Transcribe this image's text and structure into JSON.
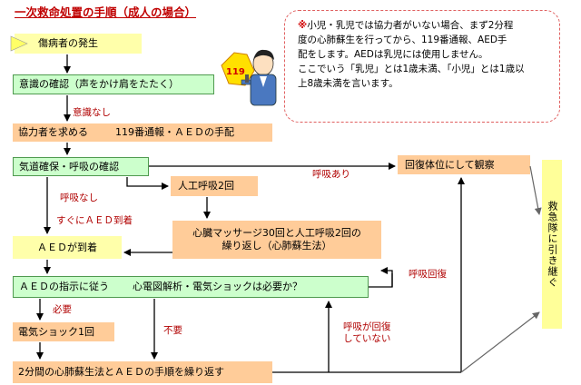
{
  "title": "一次救命処置の手順（成人の場合）",
  "note": {
    "mark": "※",
    "lines": [
      "小児・乳児では協力者がいない場合、まず2分程",
      "度の心肺蘇生を行ってから、119番通報、AED手",
      "配をします。AEDは乳児には使用しません。",
      "ここでいう「乳児」とは1歳未満、「小児」とは1歳以",
      "上8歳未満を言います。"
    ]
  },
  "boxes": {
    "start": "傷病者の発生",
    "check": "意識の確認（声をかけ肩をたたく）",
    "helper": "協力者を求める",
    "call": "119番通報・ＡＥＤの手配",
    "airway": "気道確保・呼吸の確認",
    "recovery": "回復体位にして観察",
    "rescue_breath": "人工呼吸2回",
    "cpr_line1": "心臓マッサージ30回と人工呼吸2回の",
    "cpr_line2": "繰り返し（心肺蘇生法）",
    "aed_arrive": "ＡＥＤが到着",
    "aed_follow": "ＡＥＤの指示に従う",
    "aed_analysis": "心電図解析・電気ショックは必要か？",
    "shock": "電気ショック1回",
    "repeat": "2分間の心肺蘇生法とＡＥＤの手順を繰り返す",
    "handover": "救急隊に引き継ぐ"
  },
  "labels": {
    "unconscious": "意識なし",
    "breathing": "呼吸あり",
    "no_breathing": "呼吸なし",
    "aed_immediate": "すぐにＡＥＤ到着",
    "needed": "必要",
    "not_needed": "不要",
    "recovered": "呼吸回復",
    "not_recovered_1": "呼吸が回復",
    "not_recovered_2": "していない"
  },
  "colors": {
    "title": "#c00000",
    "green_box": "#ccffcc",
    "orange_box": "#ffcc99",
    "yellow_box": "#ffffaa",
    "label": "#b00000",
    "note_border": "#e06060",
    "arrow": "#000000"
  },
  "icons": [
    "person-calling-119-illustration"
  ]
}
